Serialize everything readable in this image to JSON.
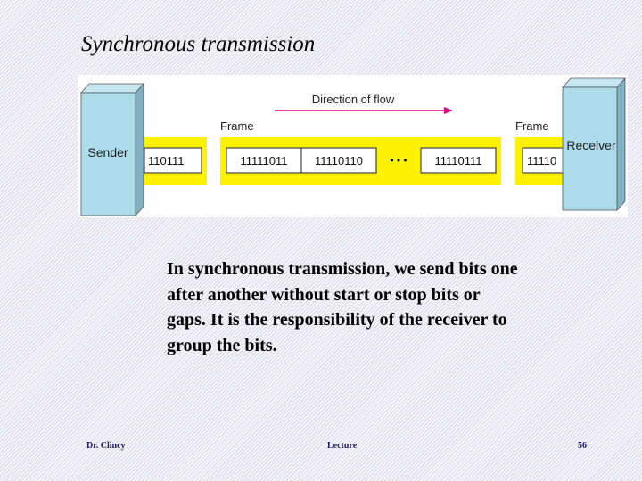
{
  "slide": {
    "title": "Synchronous transmission",
    "body": "In synchronous transmission, we send bits one after another without start or stop bits or gaps. It is the responsibility of the receiver to group the bits."
  },
  "diagram": {
    "direction_label": "Direction of flow",
    "sender_label": "Sender",
    "receiver_label": "Receiver",
    "frame_left_label": "Frame",
    "frame_right_label": "Frame",
    "left_frame_bits": "110111",
    "main_frame_bits": [
      "11111011",
      "11110110",
      "11110111"
    ],
    "ellipsis": "• • •",
    "right_frame_bits": "11110",
    "colors": {
      "box": "#acdbe9",
      "frame": "#fff200",
      "arrow": "#e6007e"
    }
  },
  "footer": {
    "author": "Dr. Clincy",
    "center": "Lecture",
    "page": "56"
  }
}
